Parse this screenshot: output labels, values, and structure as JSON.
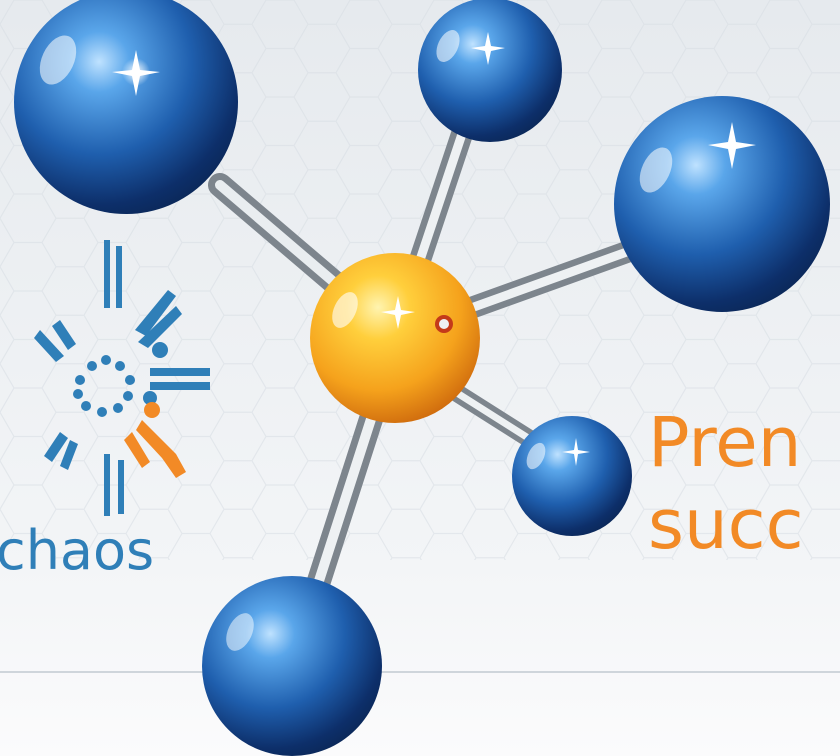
{
  "logo": {
    "text": "chaos"
  },
  "headline": {
    "line1": "Pren",
    "line2": "succ"
  },
  "colors": {
    "background": "#eef1f4",
    "logo_blue": "#2f7fb8",
    "accent_orange": "#f28a26",
    "sphere_blue": "#1f5fae",
    "sphere_orange": "#f5a21c"
  },
  "icons": [
    "molecule-illustration",
    "people-circle-logo-icon"
  ]
}
